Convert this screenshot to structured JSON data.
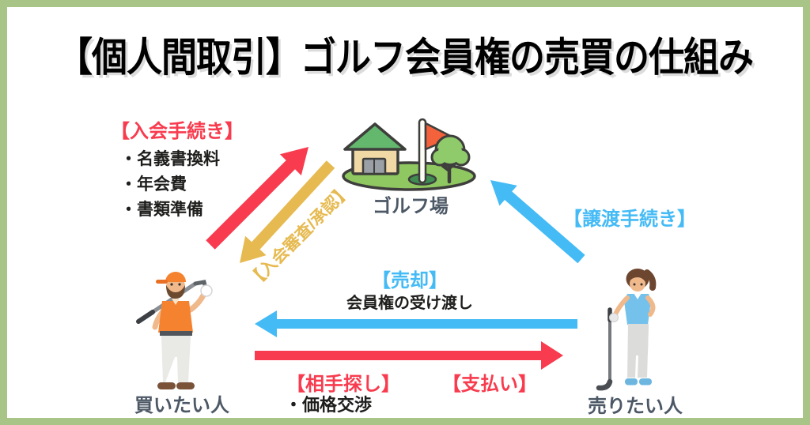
{
  "title": {
    "tag": "【個人間取引】",
    "main": "ゴルフ会員権の売買の仕組み"
  },
  "nodes": {
    "golf_course": {
      "label": "ゴルフ場",
      "icon": "golf-course-illustration"
    },
    "buyer": {
      "label": "買いたい人",
      "icon": "golfer-man-icon"
    },
    "seller": {
      "label": "売りたい人",
      "icon": "golfer-woman-icon"
    }
  },
  "flows": {
    "admission": {
      "title": "【入会手続き】",
      "items": [
        "・名義書換料",
        "・年会費",
        "・書類準備"
      ],
      "arrow": "buyer-to-course",
      "arrow_color": "red"
    },
    "review": {
      "label": "【入会審査/承認】",
      "arrow": "course-to-buyer",
      "arrow_color": "yellow"
    },
    "transfer": {
      "label": "【譲渡手続き】",
      "arrow": "seller-to-course",
      "arrow_color": "blue"
    },
    "sale": {
      "title": "【売却】",
      "note": "会員権の受け渡し",
      "arrow": "seller-to-buyer",
      "arrow_color": "blue"
    },
    "partner_search": {
      "label": "【相手探し】",
      "arrow": "buyer-to-seller",
      "arrow_color": "red"
    },
    "payment": {
      "label": "【支払い】",
      "arrow": "buyer-to-seller",
      "arrow_color": "red"
    },
    "negotiation": {
      "label": "・価格交渉"
    }
  },
  "colors": {
    "frame_green": "#a8c487",
    "title_orange": "#f08a50",
    "title_dark": "#5d5d57",
    "red": "#f83b4e",
    "yellow": "#e6ba50",
    "blue": "#45bbf6",
    "label_slate": "#4d5866",
    "text_black": "#1e1e1c",
    "grass_green": "#8fc860",
    "roof_green": "#63b86e",
    "house_tan": "#f0d9a4",
    "flag_orange": "#f4623c",
    "shirt_orange": "#f5822f",
    "shirt_blue": "#74c2ec"
  }
}
